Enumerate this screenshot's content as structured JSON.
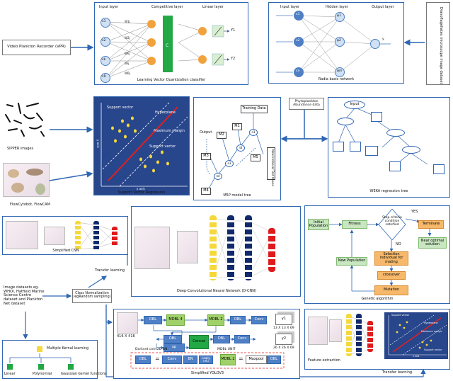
{
  "lvq": {
    "input_layer": "Input layer",
    "competitive_layer": "Competitive layer",
    "linear_layer": "Linear layer",
    "inputs": [
      "x1",
      "x2",
      "xk",
      "xR"
    ],
    "weights": [
      "W1j",
      "W2j",
      "Wkj",
      "Wij",
      "WRj"
    ],
    "outputs": [
      "Y1",
      "Y2"
    ],
    "caption": "Learning Vector Quantization classifier"
  },
  "vpr": {
    "label": "Video Plankton Recorder (VPR)"
  },
  "rbf": {
    "input_layer": "Input layer",
    "hidden_layer": "Hidden layer",
    "output_layer": "Output layer",
    "inputs": [
      "x1",
      "x2",
      "xn"
    ],
    "hidden": [
      "φ1",
      "φ2",
      "φm"
    ],
    "output": "y",
    "caption": "Radia basis network"
  },
  "dataset_vertical": "Dianoflagellates microscope image dataset",
  "sipper": {
    "caption": "SIPPER images"
  },
  "flowcyto": {
    "caption": "FlowCytobot, FlowCAM"
  },
  "svr": {
    "support_vector_top": "Support vector",
    "hyperplane": "Hyperplane",
    "maximum_margin": "Maximum margin",
    "support_vector_bottom": "Support vector",
    "y_axis": "y axis",
    "x_axis": "x axis",
    "caption": "Support Vector Regression"
  },
  "m5p": {
    "training_data": "Training Data",
    "output": "Output",
    "nodes": [
      "M1",
      "M2",
      "M3",
      "M4",
      "M5",
      "n1",
      "n2",
      "n3",
      "n4"
    ],
    "new_instance": "New Instance/ Test Values",
    "caption": "M5P model tree"
  },
  "phyto": {
    "label": "Phytoplankton Abundance data"
  },
  "weka": {
    "input": "Input",
    "caption": "WEKA  regression tree"
  },
  "cnn": {
    "caption": "Simplified CNN"
  },
  "dcnn": {
    "caption": "Deep-Convolutional Neural Network (D-CNN)"
  },
  "transfer_top": "Transfer learning",
  "datasets": {
    "label": "Image datasets eg. WHOI, Hatfield Marine Science Centre dataset and Plankton Net dataset"
  },
  "class_norm": {
    "label": "Class Normalization (egRandom sampling)"
  },
  "ga": {
    "initial_population": "Initial Population",
    "fitness": "Fitness",
    "stop_criteria": "Stop criteria condition satisfied",
    "yes": "YES",
    "no": "NO",
    "terminate": "Terminate",
    "near_optimal": "Near optimal solution",
    "selection": "Selection individual for mating",
    "new_population": "New Population",
    "crossover": "crossover",
    "mutation": "Mutation",
    "caption": "Genetic algorithm"
  },
  "mkl": {
    "legend": "Multiple Kernal learning",
    "linear": "Linear",
    "polynomial": "Polynomial",
    "gaussian": "Gaussian kernel functions"
  },
  "yolo": {
    "input_size": "416 X 416",
    "dbl": "DBL",
    "mdbl4": "MDBL 4",
    "mdbl2": "MDBL 2",
    "conv": "Conv",
    "up": "up",
    "concat": "Concat",
    "y1": "y1",
    "y2": "y2",
    "dim1": "13 X 13 X 69",
    "dim2": "26 X 26 X 69",
    "darknet_label": "Darknet conv2D BN",
    "mdbl_unit_label": "MDBL UNIT",
    "eq": "=",
    "bn": "BN",
    "leaky": "Leaky relu",
    "mdbl_unit": "MDBL 2",
    "maxpool": "Maxpool",
    "caption": "Simplified YOLOV3"
  },
  "fe": {
    "feature_extraction": "Feature extraction",
    "transfer_learning": "Transfer learning",
    "support_vector": "Support vector",
    "hyperplane": "Hyperplane",
    "maximum_margin": "Maximum margin",
    "support_vector_b": "Support vector",
    "x_axis": "x axis"
  },
  "colors": {
    "panel_border": "#2f66b3",
    "node_blue": "#4f7fc4",
    "node_orange": "#f2a23c",
    "green": "#22a845",
    "svr_bg": "#28468c",
    "yellow": "#f5d93c",
    "red_node": "#e01b1b",
    "navy_node": "#102a6b"
  }
}
